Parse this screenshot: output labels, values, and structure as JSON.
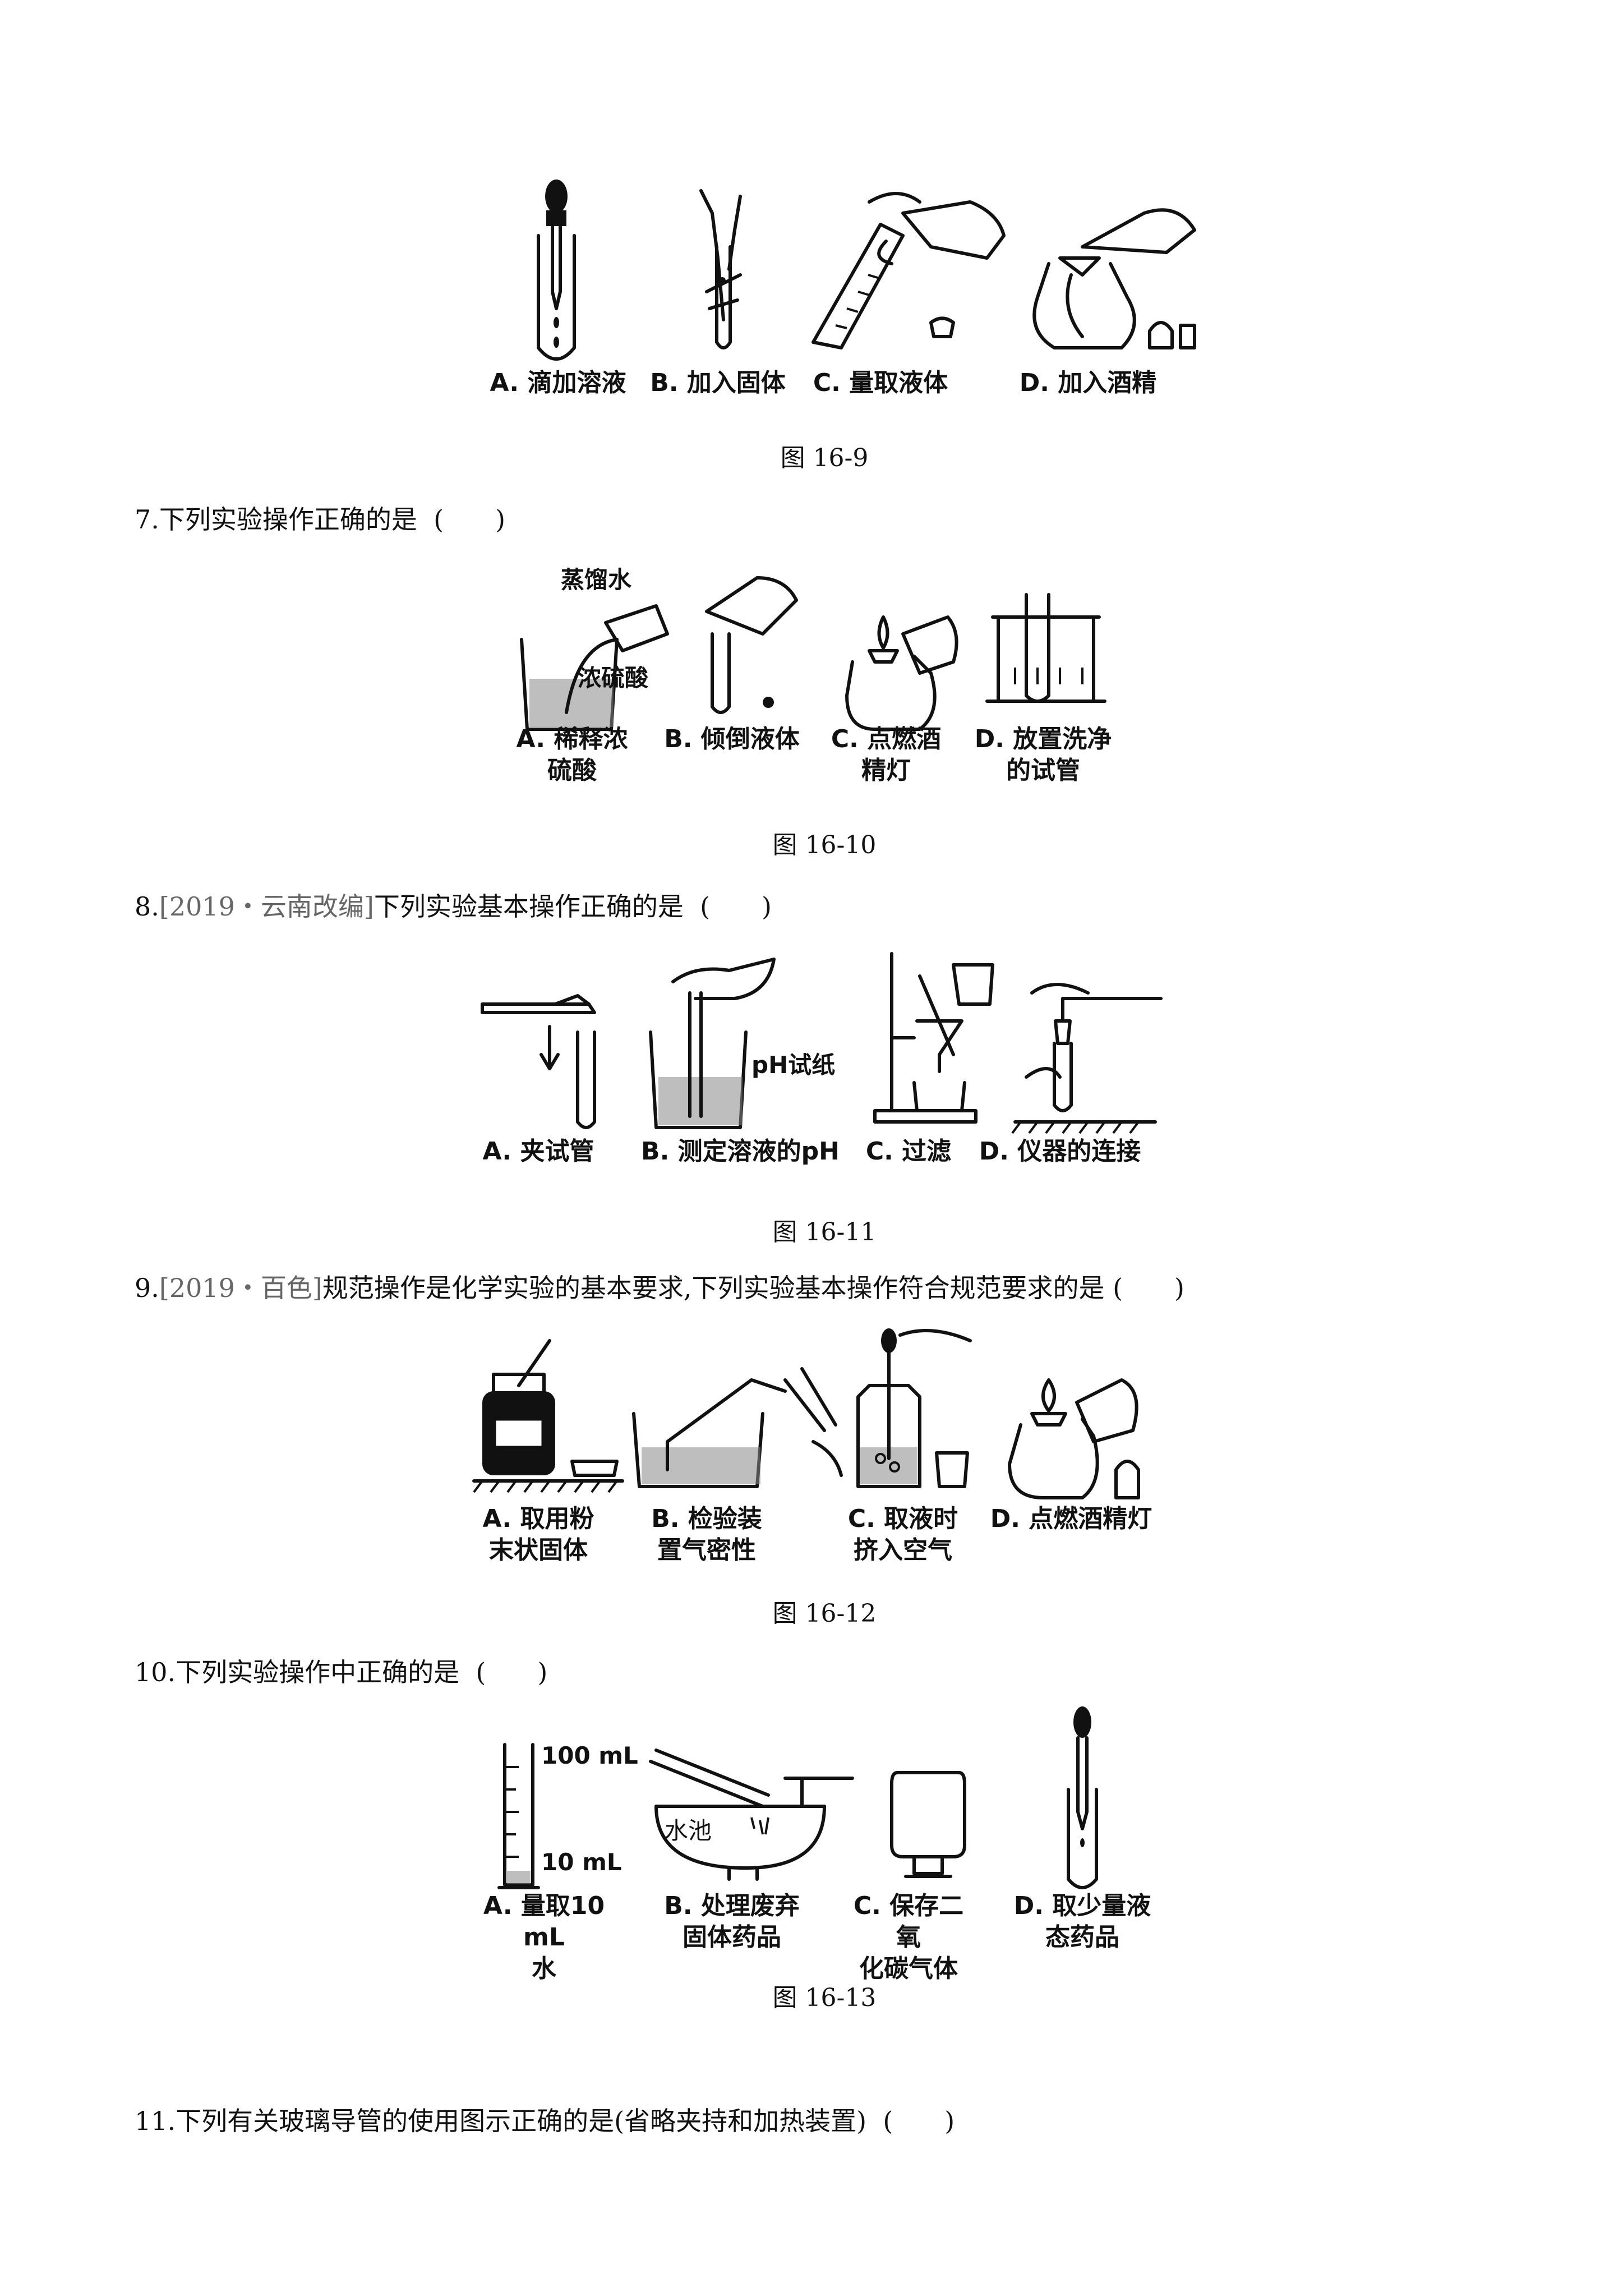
{
  "fig9": {
    "labels": [
      "A. 滴加溶液",
      "B. 加入固体",
      "C. 量取液体",
      "D. 加入酒精"
    ],
    "caption": "图 16-9"
  },
  "q7": {
    "number": "7.",
    "text": "下列实验操作正确的是",
    "paren": "(　　)",
    "inline": {
      "distilled_water": "蒸馏水",
      "conc_acid": "浓硫酸"
    },
    "labels": [
      "A. 稀释浓\n硫酸",
      "B. 倾倒液体",
      "C. 点燃酒\n精灯",
      "D. 放置洗净\n的试管"
    ],
    "caption": "图 16-10"
  },
  "q8": {
    "number": "8.",
    "source": "[2019・云南改编]",
    "text": "下列实验基本操作正确的是",
    "paren": "(　　)",
    "inline": {
      "ph_paper": "pH试纸"
    },
    "labels": [
      "A. 夹试管",
      "B. 测定溶液的pH",
      "C. 过滤",
      "D. 仪器的连接"
    ],
    "caption": "图 16-11"
  },
  "q9": {
    "number": "9.",
    "source": "[2019・百色]",
    "text": "规范操作是化学实验的基本要求,下列实验基本操作符合规范要求的是",
    "paren": "(　　)",
    "labels": [
      "A. 取用粉\n末状固体",
      "B. 检验装\n置气密性",
      "C. 取液时\n挤入空气",
      "D. 点燃酒精灯"
    ],
    "caption": "图 16-12"
  },
  "q10": {
    "number": "10.",
    "text": "下列实验操作中正确的是",
    "paren": "(　　)",
    "inline": {
      "ml100": "100 mL",
      "ml10": "10 mL",
      "sink": "水池"
    },
    "labels": [
      "A. 量取10 mL\n水",
      "B. 处理废弃\n固体药品",
      "C. 保存二氧\n化碳气体",
      "D. 取少量液\n态药品"
    ],
    "caption": "图 16-13"
  },
  "q11": {
    "number": "11.",
    "text": "下列有关玻璃导管的使用图示正确的是(省略夹持和加热装置)",
    "paren": "(　　)"
  }
}
